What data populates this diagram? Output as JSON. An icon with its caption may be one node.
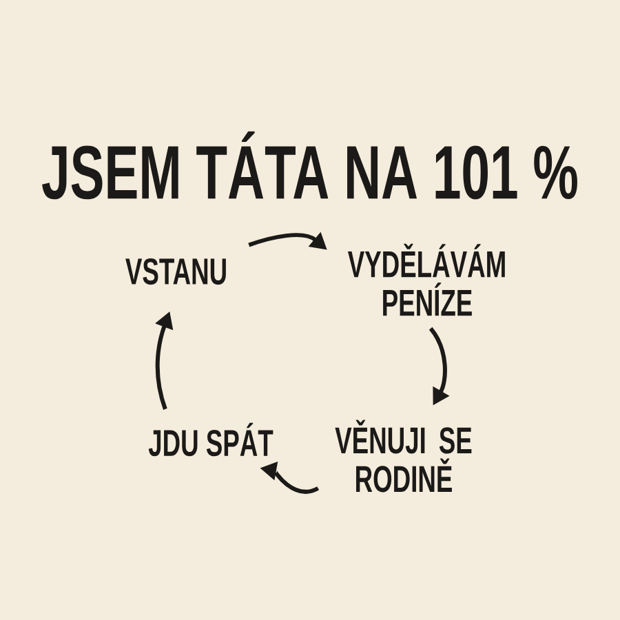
{
  "diagram": {
    "title": "JSEM TÁTA NA 101 %",
    "nodes": [
      {
        "text": [
          "VSTANU"
        ]
      },
      {
        "text": [
          "VYDĚLÁVÁM PENÍZE"
        ]
      },
      {
        "text": [
          "VĚNUJI SE RODINĚ"
        ]
      },
      {
        "text": [
          "JDU SPÁT"
        ]
      }
    ],
    "edges": [
      {
        "from": 0,
        "to": 1,
        "arrow": "to"
      },
      {
        "from": 1,
        "to": 2,
        "arrow": "to"
      },
      {
        "from": 2,
        "to": 3,
        "arrow": "to"
      },
      {
        "from": 3,
        "to": 0,
        "arrow": "to"
      }
    ]
  }
}
